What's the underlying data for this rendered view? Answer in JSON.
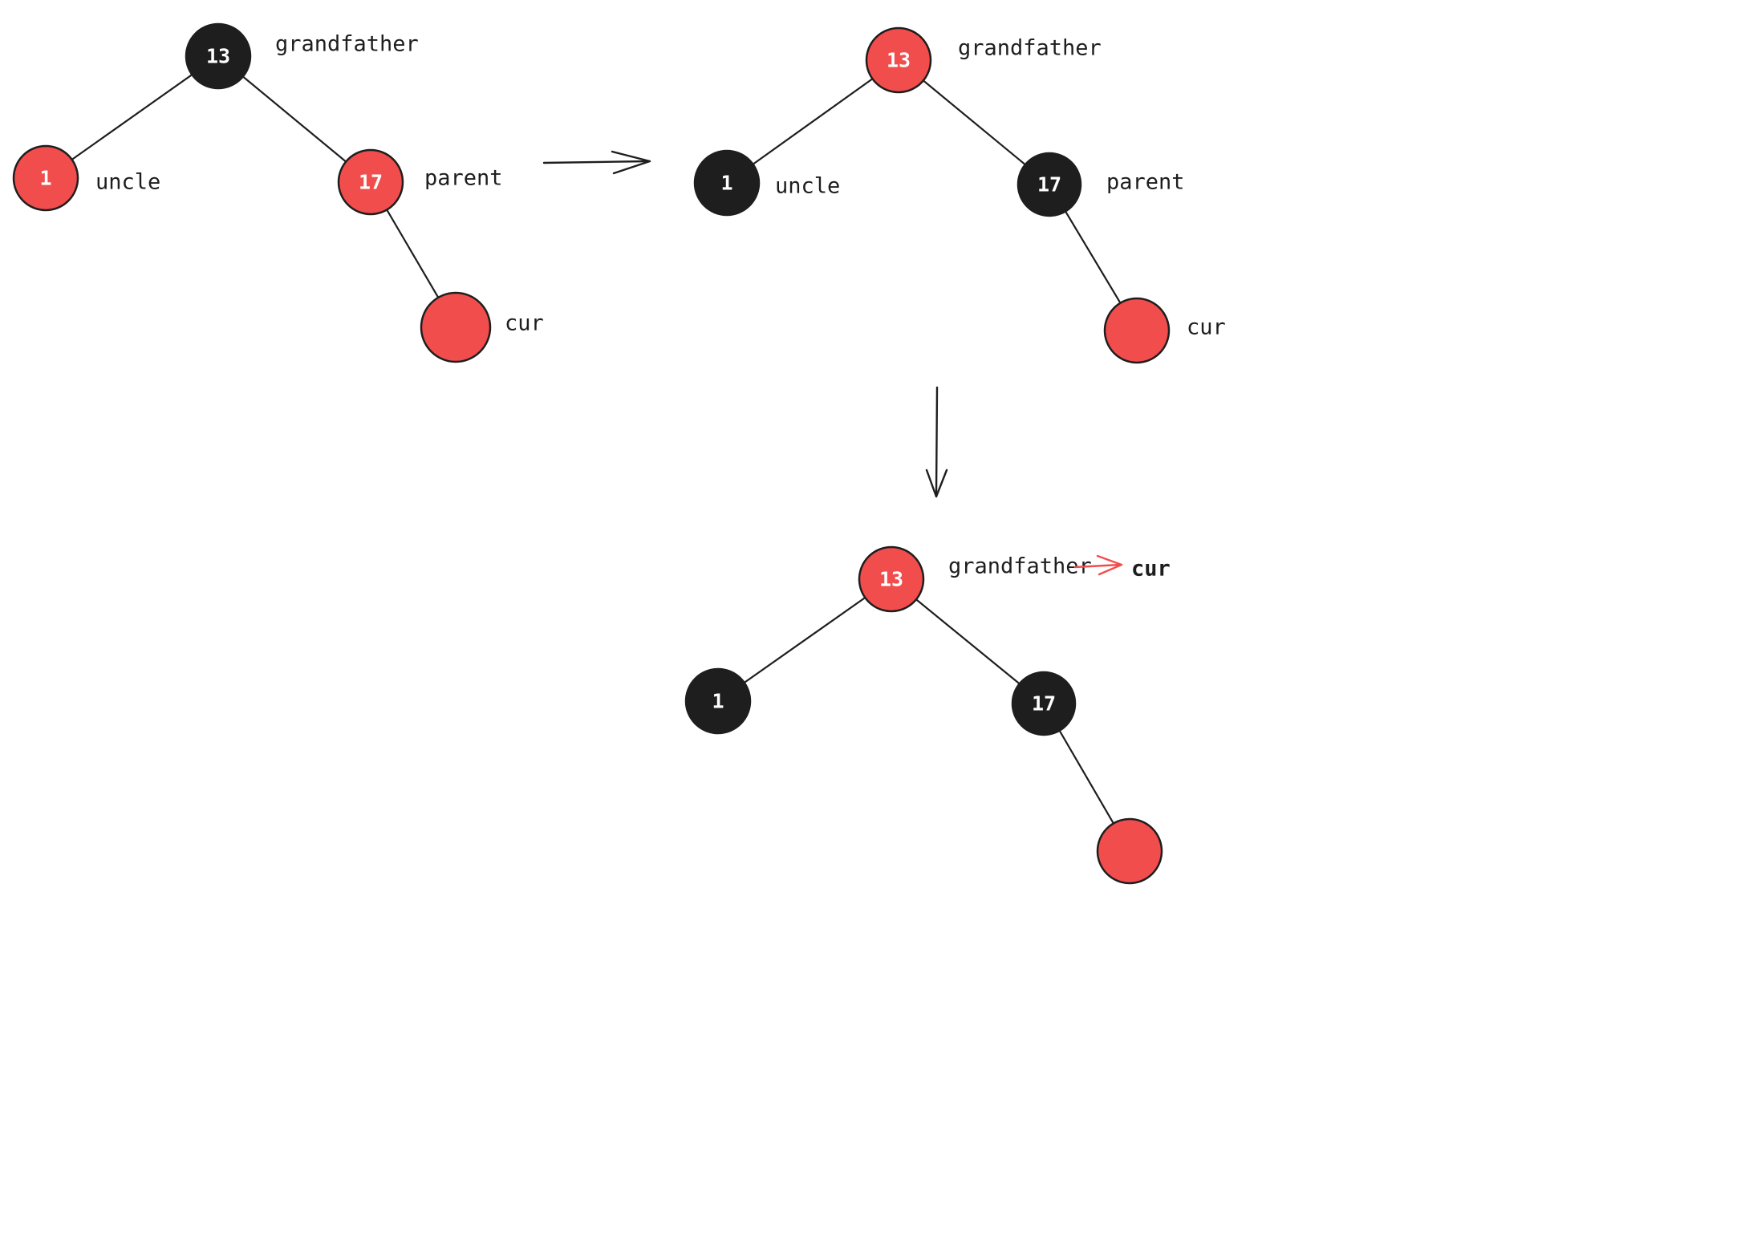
{
  "colors": {
    "red": "#f24d4d",
    "black": "#1e1e1e",
    "node_text": "#ffffff",
    "background": "#ffffff"
  },
  "tree_before": {
    "grandfather": {
      "value": "13",
      "label": "grandfather",
      "fill": "#1e1e1e"
    },
    "uncle": {
      "value": "1",
      "label": "uncle",
      "fill": "#f24d4d"
    },
    "parent": {
      "value": "17",
      "label": "parent",
      "fill": "#f24d4d"
    },
    "cur": {
      "value": "",
      "label": "cur",
      "fill": "#f24d4d"
    }
  },
  "tree_after": {
    "grandfather": {
      "value": "13",
      "label": "grandfather",
      "fill": "#f24d4d"
    },
    "uncle": {
      "value": "1",
      "label": "uncle",
      "fill": "#1e1e1e"
    },
    "parent": {
      "value": "17",
      "label": "parent",
      "fill": "#1e1e1e"
    },
    "cur": {
      "value": "",
      "label": "cur",
      "fill": "#f24d4d"
    }
  },
  "tree_final": {
    "grandfather": {
      "value": "13",
      "label": "grandfather",
      "fill": "#f24d4d"
    },
    "uncle": {
      "value": "1",
      "label": "",
      "fill": "#1e1e1e"
    },
    "parent": {
      "value": "17",
      "label": "",
      "fill": "#1e1e1e"
    },
    "cur": {
      "value": "",
      "label": "",
      "fill": "#f24d4d"
    },
    "pointer_label": "cur"
  }
}
